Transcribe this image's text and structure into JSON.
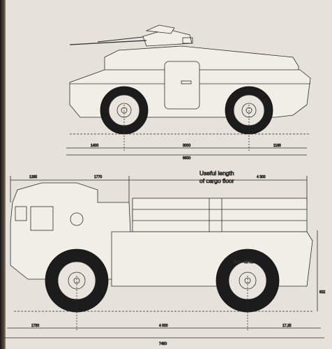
{
  "figure": {
    "caption_label": {
      "line1": "Useful length",
      "line2": "of cargo floor"
    },
    "apc_dims": {
      "front": "1400",
      "wheelbase": "3000",
      "rear": "1180",
      "overall": "6600"
    },
    "truck_dims": {
      "top_a": "1285",
      "top_b": "1770",
      "top_c": "4 300",
      "bottom_a": "1730",
      "wheelbase": "4 000",
      "rear": "17.25",
      "overall": "7450",
      "tyre": "20.5 – 25 XL",
      "height": "632"
    }
  }
}
